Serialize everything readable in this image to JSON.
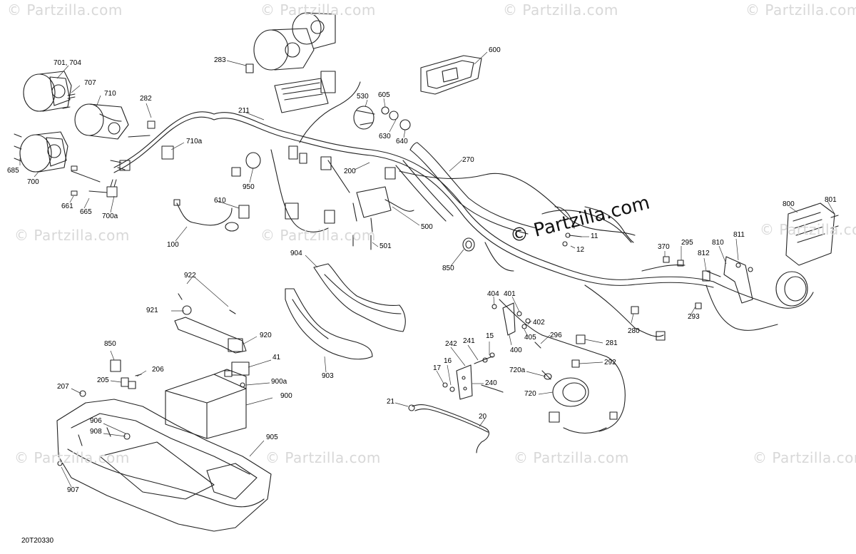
{
  "diagram_code": "20T20330",
  "watermark": "© Partzilla.com",
  "callouts": [
    {
      "id": "c-600",
      "label": "600"
    },
    {
      "id": "c-283",
      "label": "283"
    },
    {
      "id": "c-701-704",
      "label": "701, 704"
    },
    {
      "id": "c-707",
      "label": "707"
    },
    {
      "id": "c-710",
      "label": "710"
    },
    {
      "id": "c-282",
      "label": "282"
    },
    {
      "id": "c-211",
      "label": "211"
    },
    {
      "id": "c-530",
      "label": "530"
    },
    {
      "id": "c-605",
      "label": "605"
    },
    {
      "id": "c-630",
      "label": "630"
    },
    {
      "id": "c-640",
      "label": "640"
    },
    {
      "id": "c-710a",
      "label": "710a"
    },
    {
      "id": "c-685",
      "label": "685"
    },
    {
      "id": "c-700",
      "label": "700"
    },
    {
      "id": "c-950",
      "label": "950"
    },
    {
      "id": "c-200",
      "label": "200"
    },
    {
      "id": "c-270",
      "label": "270"
    },
    {
      "id": "c-661",
      "label": "661"
    },
    {
      "id": "c-665",
      "label": "665"
    },
    {
      "id": "c-700a",
      "label": "700a"
    },
    {
      "id": "c-610",
      "label": "610"
    },
    {
      "id": "c-100",
      "label": "100"
    },
    {
      "id": "c-500",
      "label": "500"
    },
    {
      "id": "c-501",
      "label": "501"
    },
    {
      "id": "c-11",
      "label": "11"
    },
    {
      "id": "c-12",
      "label": "12"
    },
    {
      "id": "c-850a",
      "label": "850"
    },
    {
      "id": "c-800",
      "label": "800"
    },
    {
      "id": "c-801",
      "label": "801"
    },
    {
      "id": "c-370",
      "label": "370"
    },
    {
      "id": "c-295",
      "label": "295"
    },
    {
      "id": "c-810",
      "label": "810"
    },
    {
      "id": "c-811",
      "label": "811"
    },
    {
      "id": "c-812",
      "label": "812"
    },
    {
      "id": "c-904",
      "label": "904"
    },
    {
      "id": "c-922",
      "label": "922"
    },
    {
      "id": "c-921",
      "label": "921"
    },
    {
      "id": "c-920",
      "label": "920"
    },
    {
      "id": "c-404",
      "label": "404"
    },
    {
      "id": "c-401",
      "label": "401"
    },
    {
      "id": "c-402",
      "label": "402"
    },
    {
      "id": "c-405",
      "label": "405"
    },
    {
      "id": "c-400",
      "label": "400"
    },
    {
      "id": "c-293",
      "label": "293"
    },
    {
      "id": "c-280",
      "label": "280"
    },
    {
      "id": "c-296",
      "label": "296"
    },
    {
      "id": "c-281",
      "label": "281"
    },
    {
      "id": "c-292",
      "label": "292"
    },
    {
      "id": "c-850b",
      "label": "850"
    },
    {
      "id": "c-41",
      "label": "41"
    },
    {
      "id": "c-206",
      "label": "206"
    },
    {
      "id": "c-205",
      "label": "205"
    },
    {
      "id": "c-900a",
      "label": "900a"
    },
    {
      "id": "c-900",
      "label": "900"
    },
    {
      "id": "c-903",
      "label": "903"
    },
    {
      "id": "c-15",
      "label": "15"
    },
    {
      "id": "c-241",
      "label": "241"
    },
    {
      "id": "c-242",
      "label": "242"
    },
    {
      "id": "c-16",
      "label": "16"
    },
    {
      "id": "c-17",
      "label": "17"
    },
    {
      "id": "c-240",
      "label": "240"
    },
    {
      "id": "c-720a",
      "label": "720a"
    },
    {
      "id": "c-720",
      "label": "720"
    },
    {
      "id": "c-207",
      "label": "207"
    },
    {
      "id": "c-21",
      "label": "21"
    },
    {
      "id": "c-20",
      "label": "20"
    },
    {
      "id": "c-906",
      "label": "906"
    },
    {
      "id": "c-908",
      "label": "908"
    },
    {
      "id": "c-905",
      "label": "905"
    },
    {
      "id": "c-907",
      "label": "907"
    }
  ]
}
